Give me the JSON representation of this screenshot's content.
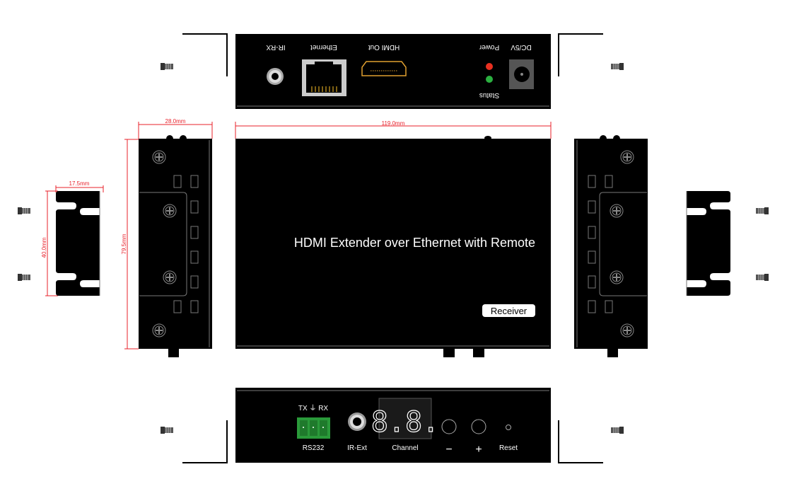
{
  "title": "HDMI Extender over Ethernet with Remote",
  "badge": "Receiver",
  "rear_panel": {
    "ir_rx": "IR-RX",
    "ethernet": "Ethernet",
    "hdmi_out": "HDMI Out",
    "power": "Power",
    "status": "Status",
    "dc": "DC/5V"
  },
  "front_panel": {
    "rs232_pins": "TX ⏚ RX",
    "rs232": "RS232",
    "ir_ext": "IR-Ext",
    "display": "8.8.",
    "channel": "Channel",
    "minus": "−",
    "plus": "+",
    "reset": "Reset"
  },
  "dimensions": {
    "length": "119.0mm",
    "depth": "79.5mm",
    "height": "28.0mm",
    "bracket_width": "17.5mm",
    "bracket_height": "40.0mm"
  },
  "colors": {
    "device": "#000000",
    "dimension": "#e8202a",
    "led_power": "#e83020",
    "led_status": "#2bb040",
    "terminal": "#2a9a3a",
    "hdmi": "#e0a030"
  }
}
